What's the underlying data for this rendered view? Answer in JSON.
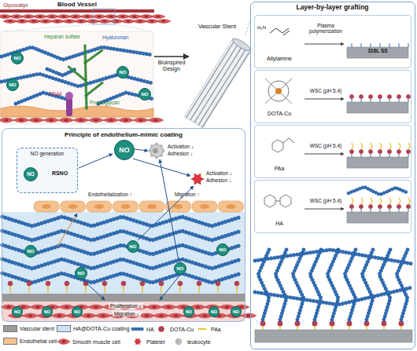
{
  "diagram": {
    "nodes": [
      {
        "text": [
          "Blood Vessel"
        ]
      },
      {
        "text": [
          "NO"
        ],
        "in": 0
      },
      {
        "text": [
          "NO"
        ],
        "in": 0
      },
      {
        "text": [
          "NO"
        ],
        "in": 0
      },
      {
        "text": [
          "NO"
        ],
        "in": 0
      },
      {
        "text": [
          "Vascular Stent"
        ]
      },
      {
        "text": [
          "Principle of endothelium-mimic coating"
        ]
      },
      {
        "text": [
          "NO"
        ],
        "in": 6
      },
      {
        "text": [
          "NO generation",
          "RSNO"
        ],
        "in": 6
      },
      {
        "text": [
          "NO"
        ],
        "in": 8
      },
      {
        "text": [
          "NO"
        ],
        "in": 6
      },
      {
        "text": [
          "NO"
        ],
        "in": 6
      },
      {
        "text": [
          "NO"
        ],
        "in": 6
      },
      {
        "text": [
          "NO"
        ],
        "in": 6
      },
      {
        "text": [
          "NO"
        ],
        "in": 6
      },
      {
        "text": [
          "NO"
        ],
        "in": 6
      },
      {
        "text": [
          "NO"
        ],
        "in": 6
      },
      {
        "text": [
          "NO"
        ],
        "in": 6
      },
      {
        "text": [
          "NO"
        ],
        "in": 6
      },
      {
        "text": [
          "NO"
        ],
        "in": 6
      },
      {
        "text": [
          "NO"
        ],
        "in": 6
      },
      {
        "text": [
          "Layer-by-layer grafting"
        ]
      },
      {
        "text": [
          "H₂N",
          "Allylamine",
          "Plasma polymerization",
          "316L SS"
        ],
        "in": 21
      },
      {
        "text": [
          "DOTA-Cu",
          "WSC (pH 5.4)"
        ],
        "in": 21
      },
      {
        "text": [
          "PAa",
          "WSC (pH 5.4)"
        ],
        "in": 21
      },
      {
        "text": [
          "HA",
          "WSC (pH 5.4)"
        ],
        "in": 21
      }
    ],
    "edges": [
      {
        "from": 0,
        "to": 5,
        "arrow": "to",
        "label": "Bioinspired Design"
      },
      {
        "from": 5,
        "to": 21,
        "arrow": "none"
      }
    ],
    "labels": [
      "Glycocalyx",
      "Heparan sulfate",
      "Hyaluronan",
      "CD44",
      "Proteoglycan",
      "Activation ↓",
      "Adhesion ↓",
      "Activation ↓",
      "Adhesion ↓",
      "Endothelialization ↑",
      "Migration ↑",
      "Proliferation ↓",
      "Migration ↓"
    ],
    "legend": [
      {
        "text": "Vascular stent",
        "color": "#9a9a9a"
      },
      {
        "text": "HA@DOTA-Cu coating",
        "color": "#cfe2f3"
      },
      {
        "text": "HA"
      },
      {
        "text": "DOTA-Cu"
      },
      {
        "text": "PAa"
      },
      {
        "text": "Endothelial cell",
        "color": "#f5c28f"
      },
      {
        "text": "Smooth muscle cell"
      },
      {
        "text": "Platelet"
      },
      {
        "text": "leukocyte"
      }
    ]
  }
}
